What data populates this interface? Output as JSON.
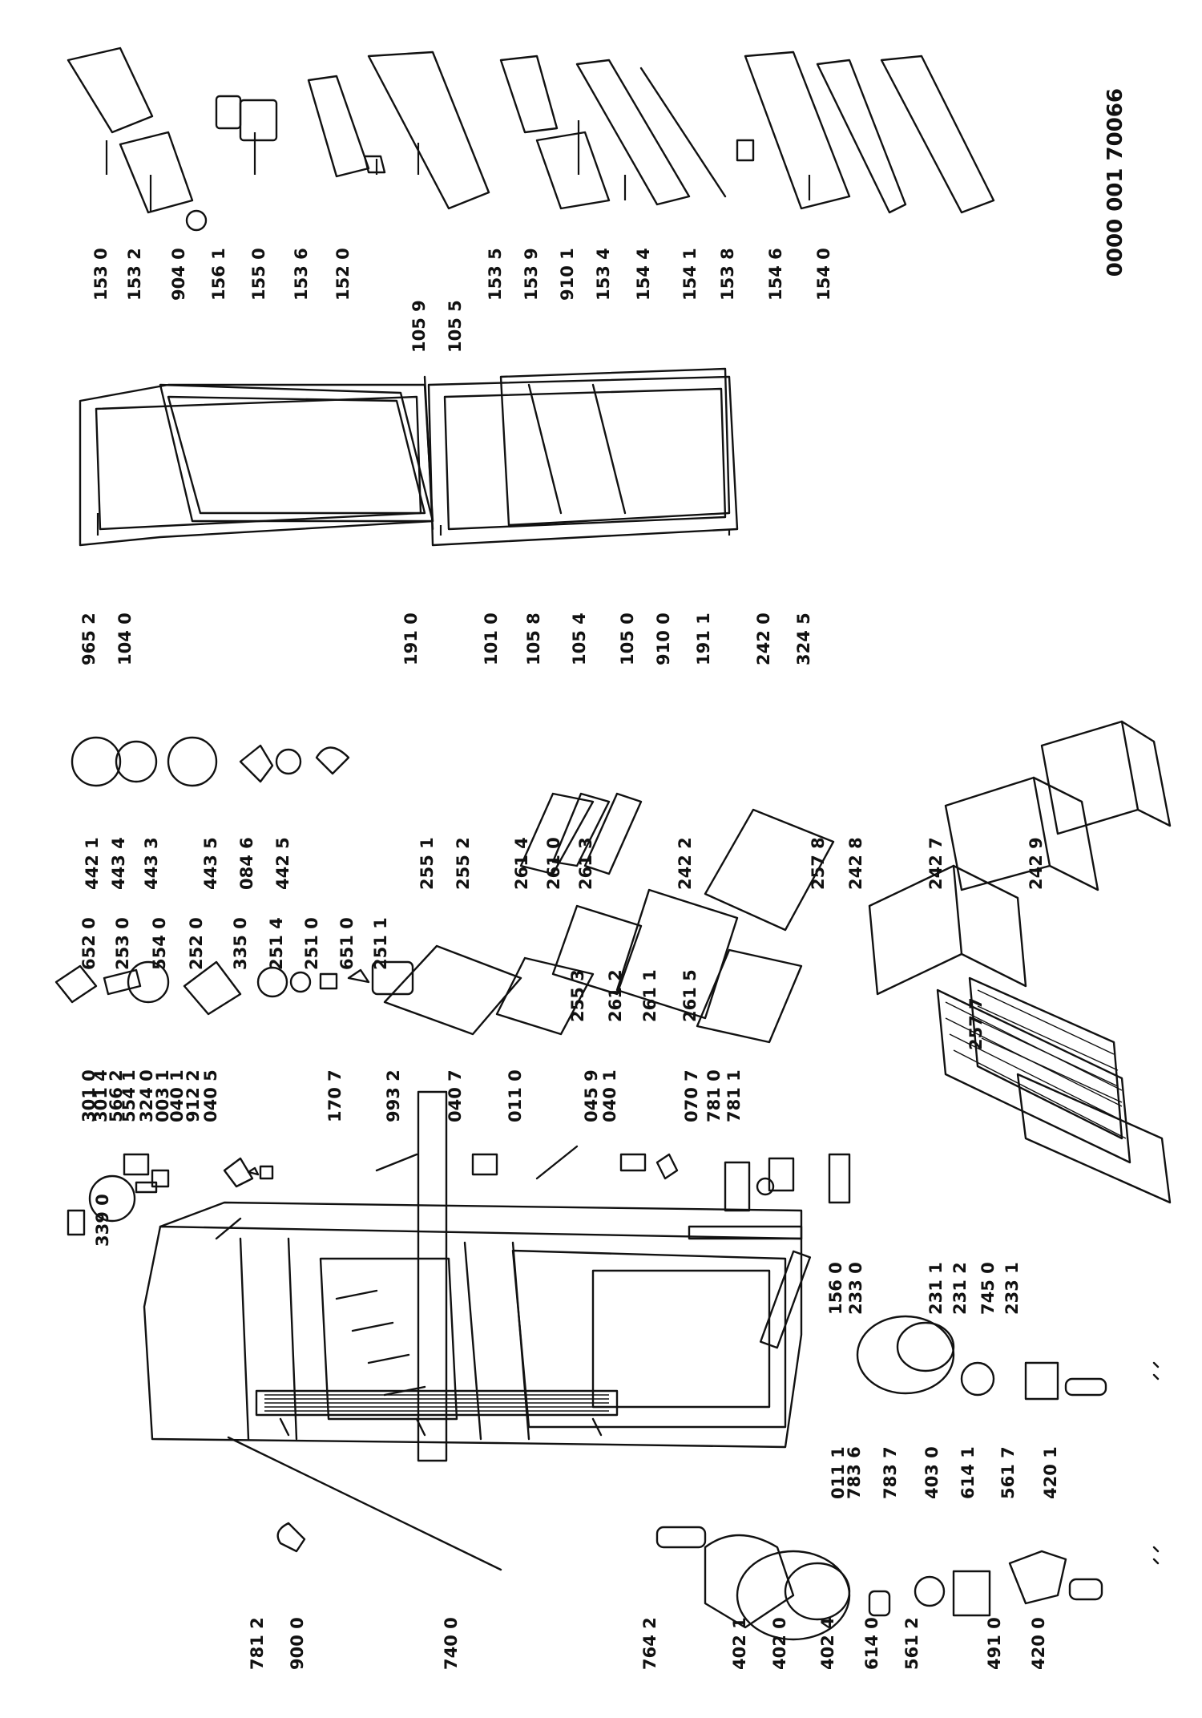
{
  "document_code": "0000 001 70066",
  "labels": [
    "153 0",
    "153 2",
    "904 0",
    "156 1",
    "155 0",
    "153 6",
    "152 0",
    "105 9",
    "105 5",
    "153 5",
    "153 9",
    "910 1",
    "153 4",
    "154 4",
    "154 1",
    "153 8",
    "154 6",
    "154 0",
    "965 2",
    "104 0",
    "191 0",
    "101 0",
    "105 8",
    "105 4",
    "105 0",
    "910 0",
    "191 1",
    "242 0",
    "324 5",
    "442 1",
    "443 4",
    "443 3",
    "443 5",
    "084 6",
    "442 5",
    "652 0",
    "253 0",
    "554 0",
    "252 0",
    "335 0",
    "251 4",
    "251 0",
    "651 0",
    "251 1",
    "255 1",
    "255 2",
    "261 4",
    "261 0",
    "261 3",
    "242 2",
    "255 3",
    "261 2",
    "261 1",
    "261 5",
    "257 8",
    "242 8",
    "242 7",
    "242 9",
    "257 7",
    "301 0",
    "301 4",
    "566 2",
    "554 1",
    "324 0",
    "003 1",
    "040 1",
    "912 2",
    "040 5",
    "170 7",
    "993 2",
    "040 7",
    "011 0",
    "045 9",
    "040 1",
    "070 7",
    "781 0",
    "781 1",
    "339 0",
    "156 0",
    "233 0",
    "231 1",
    "231 2",
    "745 0",
    "233 1",
    "011 1",
    "783 6",
    "783 7",
    "403 0",
    "614 1",
    "561 7",
    "420 1",
    "781 2",
    "900 0",
    "740 0",
    "764 2",
    "402 1",
    "402 0",
    "402 4",
    "614 0",
    "561 2",
    "491 0",
    "420 0"
  ]
}
